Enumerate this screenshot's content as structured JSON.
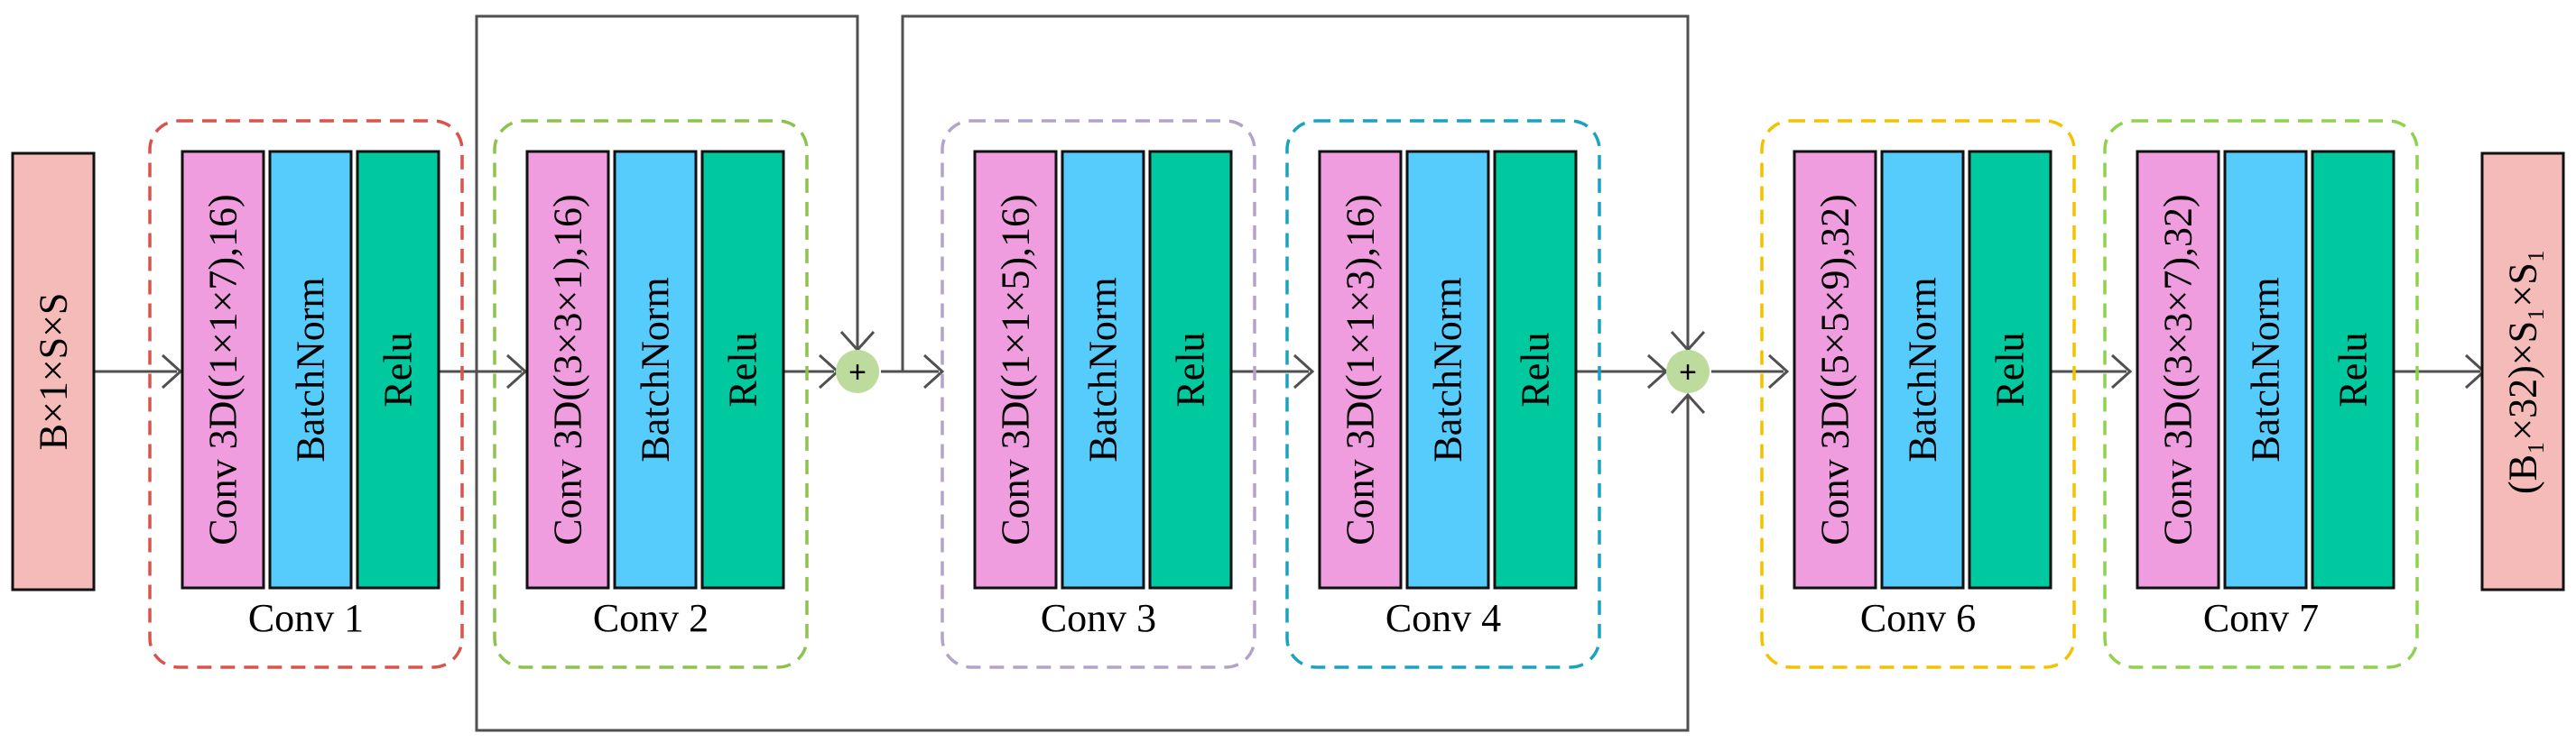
{
  "input": {
    "label": "B×1×S×S",
    "color": "#F4BBB8"
  },
  "output": {
    "label": "(B₁×32)×S₁×S₁",
    "color": "#F4BBB8"
  },
  "layer_colors": {
    "conv": "#F09DE0",
    "batchnorm": "#55CCFC",
    "relu": "#00C9A0"
  },
  "join_color": "#BCDB9C",
  "join_symbol": "+",
  "groups": [
    {
      "title": "Conv 1",
      "dash_color": "#D9534B",
      "layers": [
        "Conv 3D((1×1×7),16)",
        "BatchNorm",
        "Relu"
      ]
    },
    {
      "title": "Conv 2",
      "dash_color": "#8DC24E",
      "layers": [
        "Conv 3D((3×3×1),16)",
        "BatchNorm",
        "Relu"
      ]
    },
    {
      "title": "Conv 3",
      "dash_color": "#B3A3C9",
      "layers": [
        "Conv 3D((1×1×5),16)",
        "BatchNorm",
        "Relu"
      ]
    },
    {
      "title": "Conv 4",
      "dash_color": "#1AA3BE",
      "layers": [
        "Conv 3D((1×1×3),16)",
        "BatchNorm",
        "Relu"
      ]
    },
    {
      "title": "Conv 6",
      "dash_color": "#F2C200",
      "layers": [
        "Conv 3D((5×5×9),32)",
        "BatchNorm",
        "Relu"
      ]
    },
    {
      "title": "Conv 7",
      "dash_color": "#8ED24E",
      "layers": [
        "Conv 3D((3×3×7),32)",
        "BatchNorm",
        "Relu"
      ]
    }
  ]
}
